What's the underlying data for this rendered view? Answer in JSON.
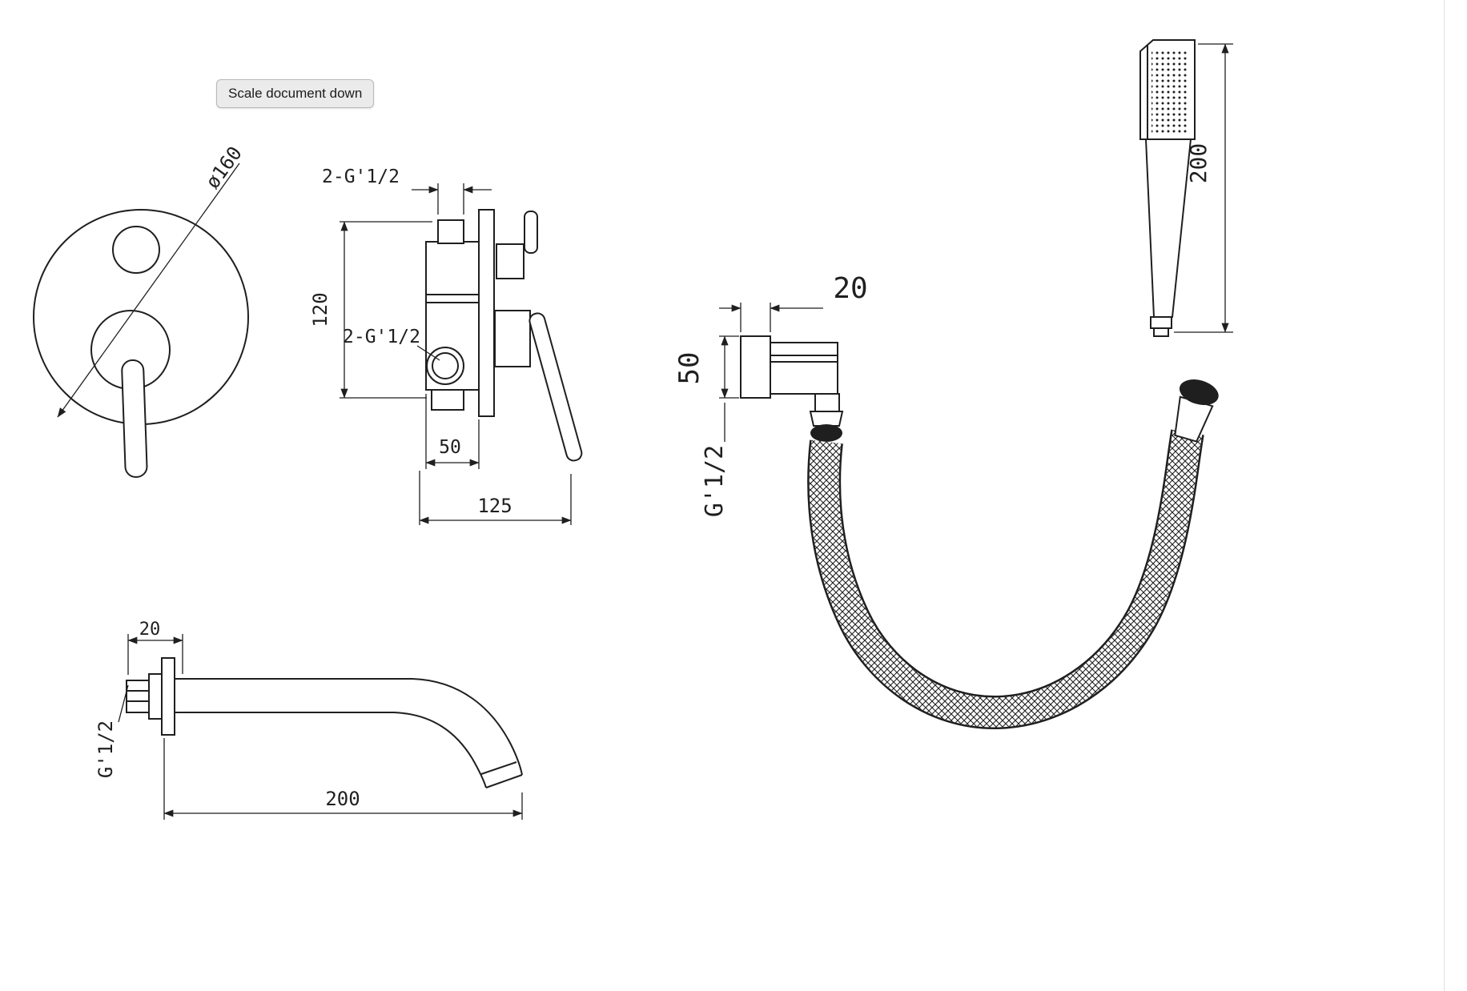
{
  "tooltip": {
    "label": "Scale document down"
  },
  "colors": {
    "line": "#1f1f1f",
    "background": "#ffffff",
    "tooltip_bg": "#ebebeb",
    "tooltip_border": "#b8b8b8"
  },
  "drawings": {
    "trim_plate": {
      "diameter_label": "ø160"
    },
    "mixer_valve": {
      "top_thread_label": "2-G'1/2",
      "side_thread_label": "2-G'1/2",
      "height_label": "120",
      "depth_label": "50",
      "width_label": "125"
    },
    "hand_shower": {
      "length_label": "200"
    },
    "wall_elbow": {
      "depth_label": "20",
      "height_label": "50",
      "thread_label": "G'1/2"
    },
    "spout": {
      "depth_label": "20",
      "thread_label": "G'1/2",
      "length_label": "200"
    }
  }
}
